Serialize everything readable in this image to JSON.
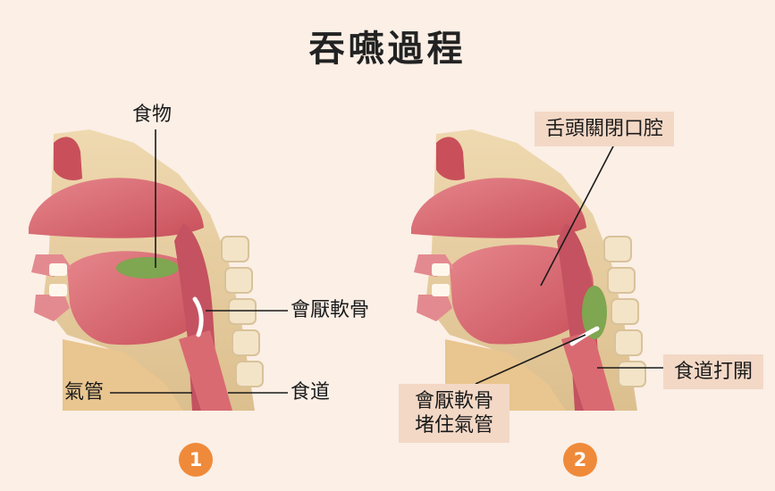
{
  "title": "吞嚥過程",
  "panel1": {
    "step": "1",
    "labels": {
      "food": "食物",
      "epiglottis": "會厭軟骨",
      "trachea": "氣管",
      "esophagus": "食道"
    }
  },
  "panel2": {
    "step": "2",
    "labels": {
      "tongue_closes_mouth": "舌頭關閉口腔",
      "esophagus_opens": "食道打開",
      "epiglottis_blocks_line1": "會厭軟骨",
      "epiglottis_blocks_line2": "堵住氣管"
    }
  },
  "colors": {
    "background": "#fbefe6",
    "label_box": "#f3d8c6",
    "badge": "#ef8a3a",
    "tissue": "#d9626a",
    "bone": "#e8cfa0",
    "food": "#7fa650"
  }
}
